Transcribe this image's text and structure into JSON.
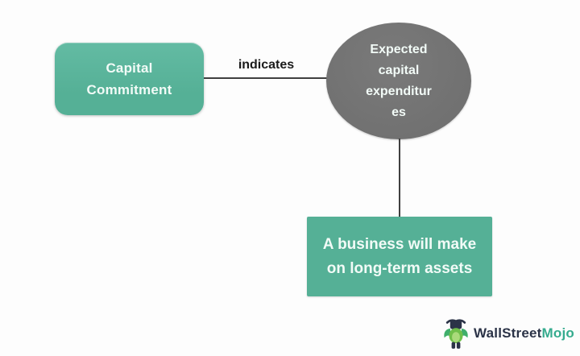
{
  "canvas": {
    "background": "#fdfdfd"
  },
  "palette": {
    "node_teal": "#55b096",
    "node_gray": "#717171",
    "connector": "#3f3f3f",
    "label_dark": "#1b1b1b",
    "text_light": "#f2fbf7"
  },
  "nodes": {
    "capital_commitment": {
      "lines": [
        "Capital",
        "Commitment"
      ]
    },
    "expected_capex": {
      "lines": [
        "Expected",
        "capital",
        "expenditur",
        "es"
      ]
    },
    "long_term_assets": {
      "lines": [
        "A business will make",
        "on long-term assets"
      ]
    }
  },
  "edges": {
    "indicates_label": "indicates"
  },
  "logo": {
    "brand_primary": "WallStreet",
    "brand_secondary": "Mojo",
    "icon": "bull-icon",
    "primary_color": "#2b3347",
    "secondary_color": "#35ab8e"
  }
}
